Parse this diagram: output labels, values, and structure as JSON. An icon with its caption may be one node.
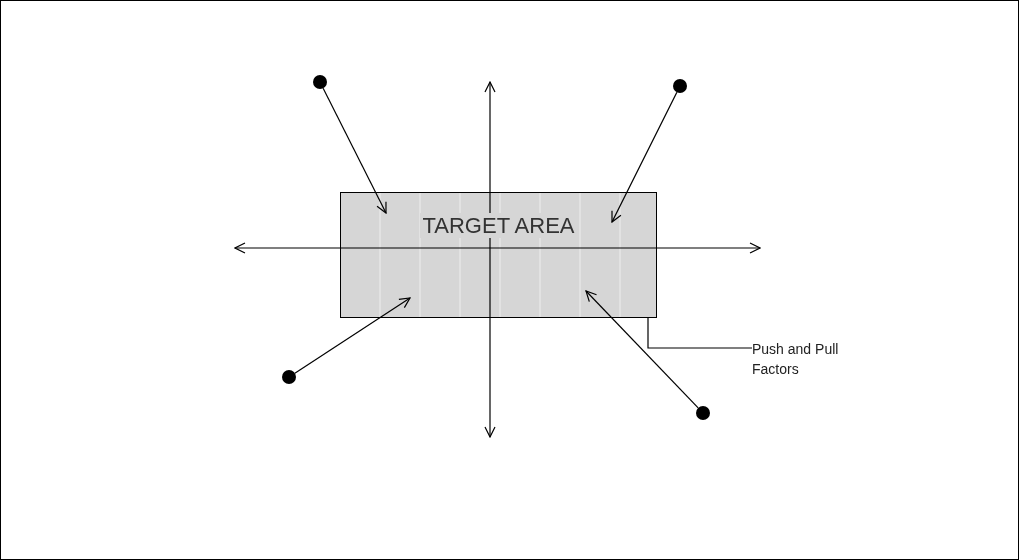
{
  "diagram": {
    "nodes": [
      {
        "text": [
          "TARGET AREA"
        ]
      },
      {
        "text": [],
        "shape": "circle"
      },
      {
        "text": [],
        "shape": "circle"
      },
      {
        "text": [],
        "shape": "circle"
      },
      {
        "text": [],
        "shape": "circle"
      },
      {
        "text": [
          "Push and Pull Factors"
        ]
      }
    ],
    "edges": [
      {
        "from": 1,
        "to": 0,
        "arrow": "to"
      },
      {
        "from": 2,
        "to": 0,
        "arrow": "to"
      },
      {
        "from": 3,
        "to": 0,
        "arrow": "to"
      },
      {
        "from": 4,
        "to": 0,
        "arrow": "to"
      },
      {
        "from": 5,
        "to": 0,
        "arrow": "none"
      }
    ]
  }
}
